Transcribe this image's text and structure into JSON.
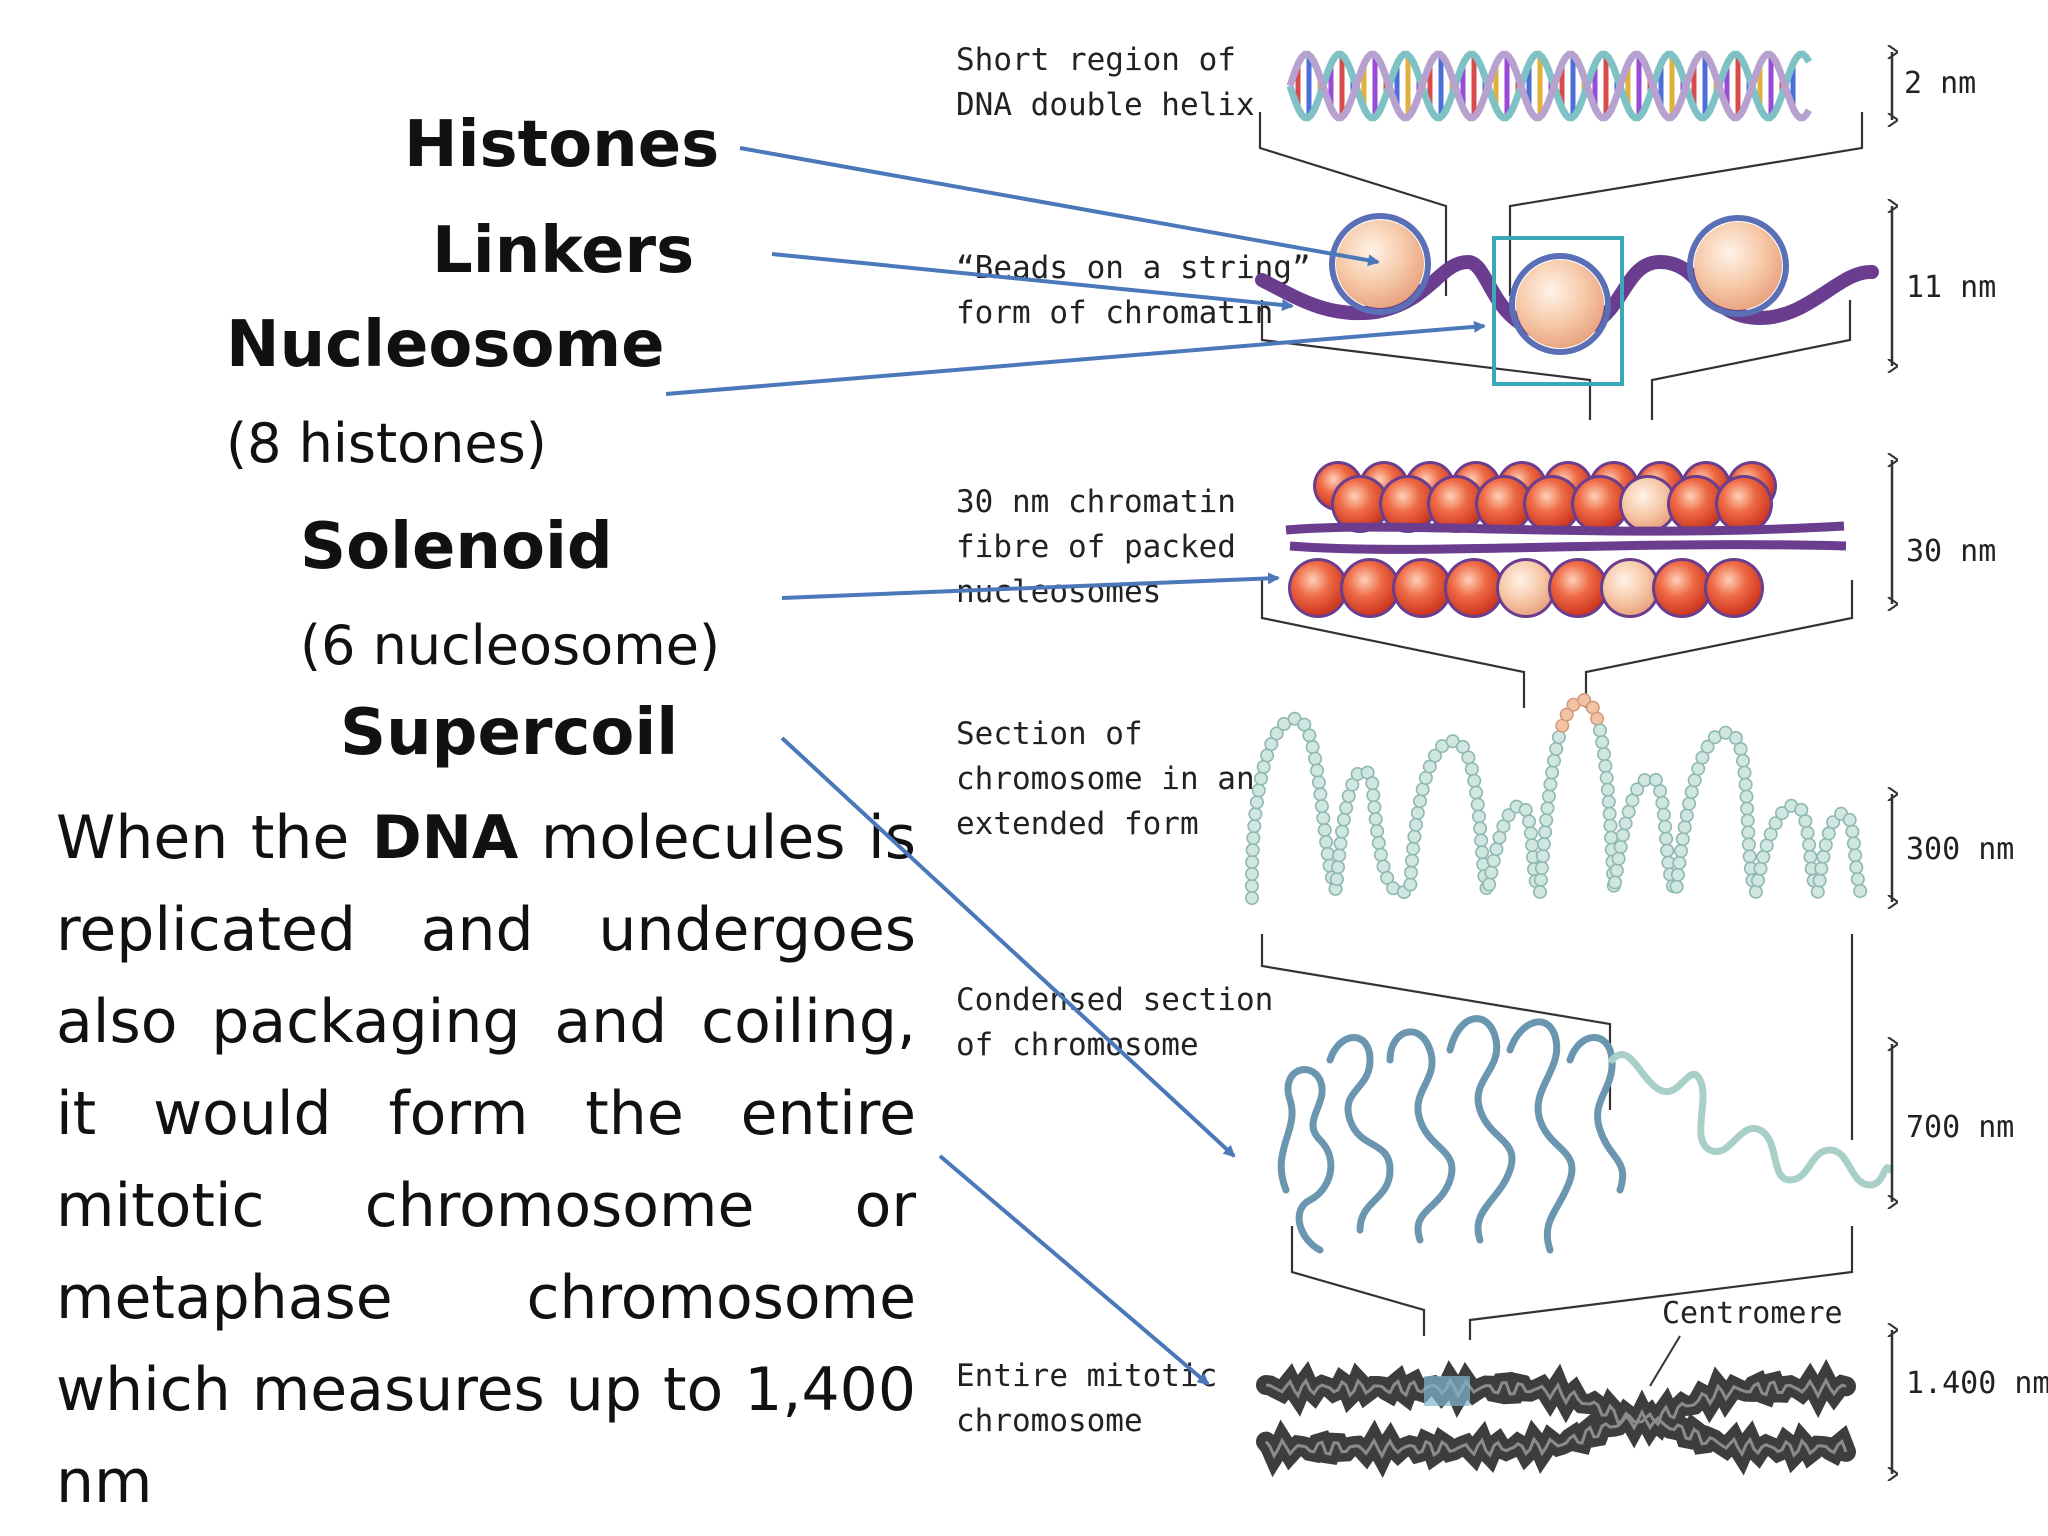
{
  "terms": {
    "histones": "Histones",
    "linkers": "Linkers",
    "nucleosome": "Nucleosome",
    "nucleosome_note": "(8 histones)",
    "solenoid": "Solenoid",
    "solenoid_note": "(6 nucleosome)",
    "supercoil": "Supercoil"
  },
  "paragraph": {
    "part1": "When the ",
    "bold": "DNA",
    "part2": " molecules is replicated and undergoes also packaging and coiling, it would form the entire mitotic chromosome or metaphase chromosome which measures up to 1,400 nm"
  },
  "levels": [
    {
      "caption": "Short region of\nDNA double helix",
      "size": "2 nm"
    },
    {
      "caption": "“Beads on a string”\nform of chromatin",
      "size": "11 nm"
    },
    {
      "caption": "30 nm chromatin\nfibre of packed\nnucleosomes",
      "size": "30 nm"
    },
    {
      "caption": "Section of\nchromosome in an\nextended form",
      "size": "300 nm"
    },
    {
      "caption": "Condensed section\nof chromosome",
      "size": "700 nm"
    },
    {
      "caption": "Entire mitotic\nchromosome",
      "size": "1.400 nm"
    }
  ],
  "centromere_label": "Centromere",
  "colors": {
    "arrow": "#4a78b8",
    "highlight_box": "#3aa8b8",
    "histone_bead": "#f6c9a8",
    "dna_purple": "#7a3f9a",
    "packed_red": "#d9432a",
    "chromatin_teal": "#a9cfc9",
    "condensed_blue": "#6b96b0"
  }
}
